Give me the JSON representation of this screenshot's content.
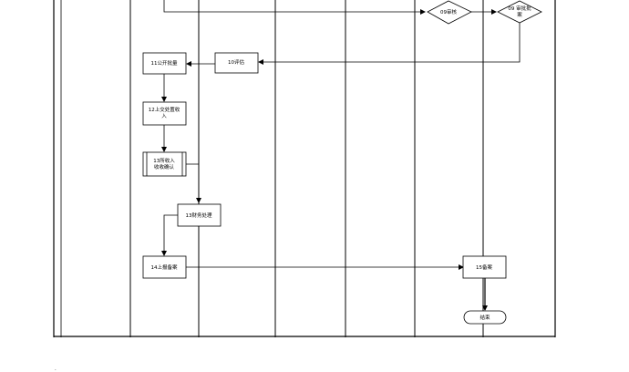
{
  "flowchart": {
    "nodes": {
      "n09_review": "09审核",
      "n09b_review_approve": [
        "09 审批批",
        "案"
      ],
      "n10_review": "10评估",
      "n11_announce": "11公开批量",
      "n12_submit": [
        "12上交处置收",
        "入"
      ],
      "n13_income": [
        "13所收入",
        "收收确认"
      ],
      "n13_finance": "13财务处理",
      "n14_report": "14上报备案",
      "n15_file": "15备案",
      "end": "结束"
    },
    "footer_mark": "·"
  }
}
